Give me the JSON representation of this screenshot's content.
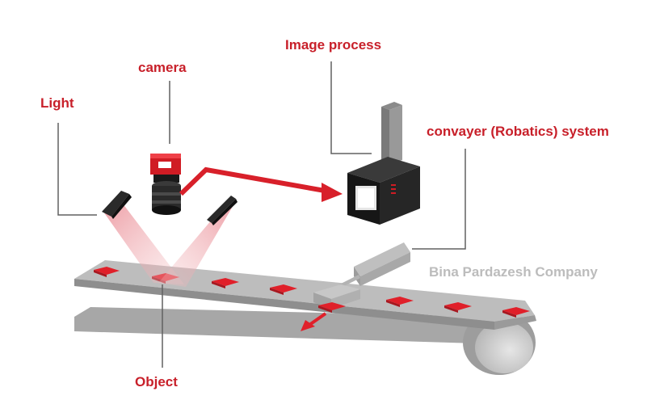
{
  "labels": {
    "light": "Light",
    "camera": "camera",
    "image_process": "Image process",
    "conveyor": "convayer (Robatics) system",
    "object": "Object"
  },
  "watermark": "Bina Pardazesh Company",
  "colors": {
    "label_red": "#c8202a",
    "object_red": "#e0202a",
    "belt_gray": "#a9a9a9",
    "device_dark": "#222222",
    "watermark_gray": "#bcbcbc"
  }
}
